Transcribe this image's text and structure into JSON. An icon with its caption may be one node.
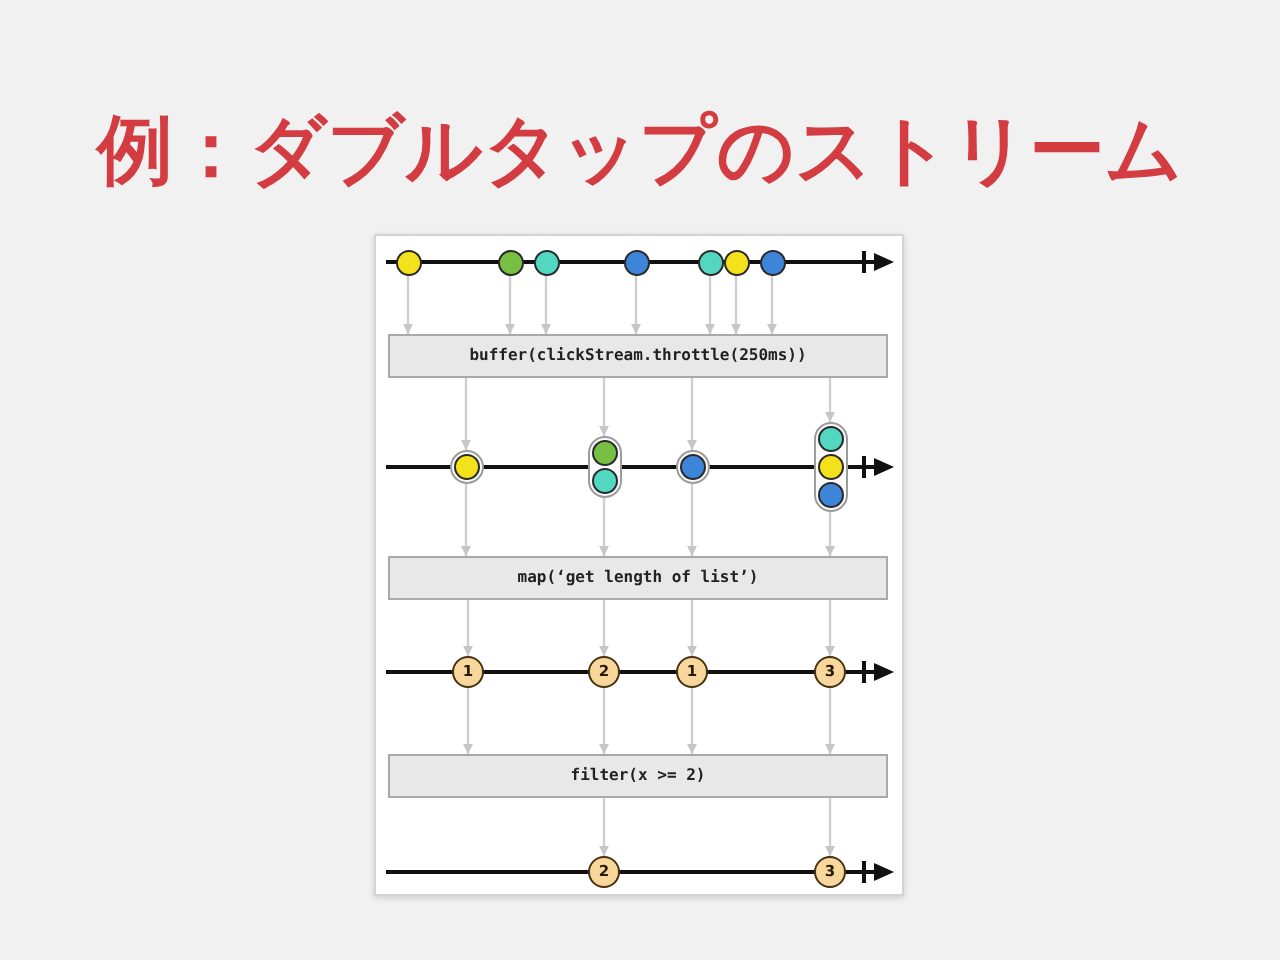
{
  "diagram": {
    "title": "例：ダブルタップのストリーム",
    "nodes": [
      {
        "text": [],
        "shape": "circle"
      },
      {
        "text": [],
        "shape": "circle"
      },
      {
        "text": [],
        "shape": "circle"
      },
      {
        "text": [],
        "shape": "circle"
      },
      {
        "text": [],
        "shape": "circle"
      },
      {
        "text": [],
        "shape": "circle"
      },
      {
        "text": [],
        "shape": "circle"
      },
      {
        "text": [
          "buffer(clickStream.throttle(250ms))"
        ]
      },
      {
        "text": [],
        "shape": "circle"
      },
      {
        "text": [],
        "shape": "circle",
        "in": 8
      },
      {
        "text": [],
        "shape": "capsule"
      },
      {
        "text": [],
        "shape": "circle",
        "in": 10
      },
      {
        "text": [],
        "shape": "circle",
        "in": 10
      },
      {
        "text": [],
        "shape": "circle"
      },
      {
        "text": [],
        "shape": "circle",
        "in": 13
      },
      {
        "text": [],
        "shape": "capsule"
      },
      {
        "text": [],
        "shape": "circle",
        "in": 15
      },
      {
        "text": [],
        "shape": "circle",
        "in": 15
      },
      {
        "text": [],
        "shape": "circle",
        "in": 15
      },
      {
        "text": [
          "map(‘get length of list’)"
        ]
      },
      {
        "text": [
          "1"
        ]
      },
      {
        "text": [
          "2"
        ]
      },
      {
        "text": [
          "1"
        ]
      },
      {
        "text": [
          "3"
        ]
      },
      {
        "text": [
          "filter(x >= 2)"
        ]
      },
      {
        "text": [
          "2"
        ]
      },
      {
        "text": [
          "3"
        ]
      }
    ],
    "edges": [
      {
        "from": 0,
        "to": 7,
        "arrow": "to"
      },
      {
        "from": 1,
        "to": 7,
        "arrow": "to"
      },
      {
        "from": 2,
        "to": 7,
        "arrow": "to"
      },
      {
        "from": 3,
        "to": 7,
        "arrow": "to"
      },
      {
        "from": 4,
        "to": 7,
        "arrow": "to"
      },
      {
        "from": 5,
        "to": 7,
        "arrow": "to"
      },
      {
        "from": 6,
        "to": 7,
        "arrow": "to"
      },
      {
        "from": 7,
        "to": 8,
        "arrow": "to"
      },
      {
        "from": 7,
        "to": 10,
        "arrow": "to"
      },
      {
        "from": 7,
        "to": 13,
        "arrow": "to"
      },
      {
        "from": 7,
        "to": 15,
        "arrow": "to"
      },
      {
        "from": 8,
        "to": 19,
        "arrow": "to"
      },
      {
        "from": 10,
        "to": 19,
        "arrow": "to"
      },
      {
        "from": 13,
        "to": 19,
        "arrow": "to"
      },
      {
        "from": 15,
        "to": 19,
        "arrow": "to"
      },
      {
        "from": 19,
        "to": 20,
        "arrow": "to"
      },
      {
        "from": 19,
        "to": 21,
        "arrow": "to"
      },
      {
        "from": 19,
        "to": 22,
        "arrow": "to"
      },
      {
        "from": 19,
        "to": 23,
        "arrow": "to"
      },
      {
        "from": 20,
        "to": 24,
        "arrow": "to"
      },
      {
        "from": 21,
        "to": 24,
        "arrow": "to"
      },
      {
        "from": 22,
        "to": 24,
        "arrow": "to"
      },
      {
        "from": 23,
        "to": 24,
        "arrow": "to"
      },
      {
        "from": 24,
        "to": 25,
        "arrow": "to"
      },
      {
        "from": 24,
        "to": 26,
        "arrow": "to"
      }
    ]
  }
}
